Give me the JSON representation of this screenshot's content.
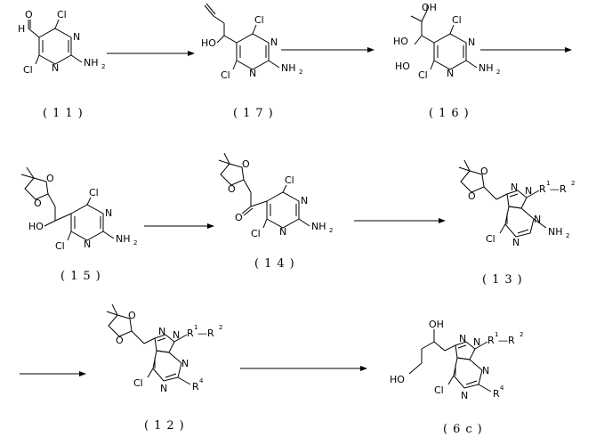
{
  "compounds": [
    {
      "id": "c11",
      "label": "(11)"
    },
    {
      "id": "c17",
      "label": "(17)"
    },
    {
      "id": "c16",
      "label": "(16)"
    },
    {
      "id": "c15",
      "label": "(15)"
    },
    {
      "id": "c14",
      "label": "(14)"
    },
    {
      "id": "c13",
      "label": "(13)"
    },
    {
      "id": "c12",
      "label": "(12)"
    },
    {
      "id": "c6c",
      "label": "(6c)"
    }
  ],
  "atoms": {
    "Cl": "Cl",
    "N": "N",
    "NH2": "NH",
    "NH2_sub": "2",
    "H": "H",
    "O": "O",
    "HO": "HO",
    "OH": "OH",
    "R1": "R",
    "R1_sup": "1",
    "R2_sup": "2",
    "R4": "R",
    "R4_sup": "4",
    "R_dash": "—R"
  }
}
